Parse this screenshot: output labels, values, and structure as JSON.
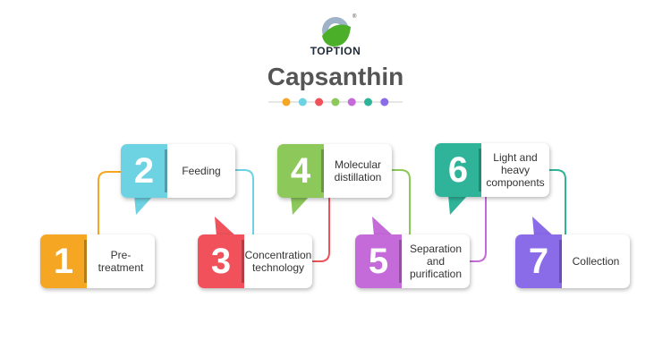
{
  "brand": {
    "name": "TOPTION",
    "registered": "®"
  },
  "title": "Capsanthin",
  "dot_colors": [
    "#f5a623",
    "#6dd3e3",
    "#f0515a",
    "#8dc85a",
    "#c46ad9",
    "#2fb49a",
    "#8a6be8"
  ],
  "steps": [
    {
      "number": "1",
      "label": "Pre-\ntreatment",
      "color": "#f5a623"
    },
    {
      "number": "2",
      "label": "Feeding",
      "color": "#6dd3e3"
    },
    {
      "number": "3",
      "label": "Concentration technology",
      "color": "#f0515a"
    },
    {
      "number": "4",
      "label": "Molecular distillation",
      "color": "#8dc85a"
    },
    {
      "number": "5",
      "label": "Separation and purification",
      "color": "#c46ad9"
    },
    {
      "number": "6",
      "label": "Light and heavy components",
      "color": "#2fb49a"
    },
    {
      "number": "7",
      "label": "Collection",
      "color": "#8a6be8"
    }
  ]
}
